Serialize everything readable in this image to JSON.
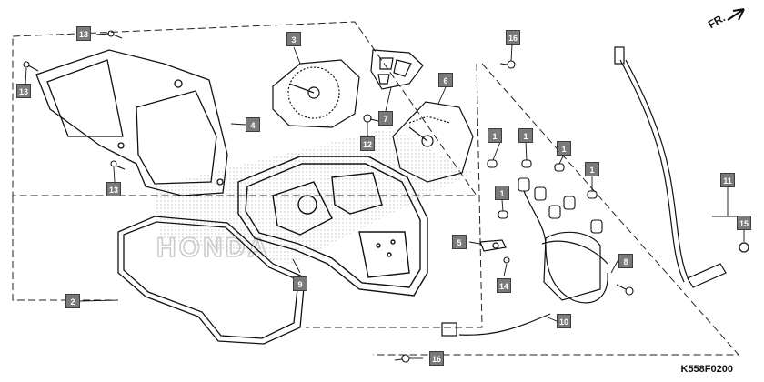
{
  "diagram": {
    "drawing_code": "K558F0200",
    "direction_label": "FR.",
    "brand_watermark": "HONDA",
    "callouts": [
      {
        "id": "c13a",
        "label": "13"
      },
      {
        "id": "c13b",
        "label": "13"
      },
      {
        "id": "c13c",
        "label": "13"
      },
      {
        "id": "c3",
        "label": "3"
      },
      {
        "id": "c7",
        "label": "7"
      },
      {
        "id": "c6",
        "label": "6"
      },
      {
        "id": "c12",
        "label": "12"
      },
      {
        "id": "c16a",
        "label": "16"
      },
      {
        "id": "c16b",
        "label": "16"
      },
      {
        "id": "c4",
        "label": "4"
      },
      {
        "id": "c1a",
        "label": "1"
      },
      {
        "id": "c1b",
        "label": "1"
      },
      {
        "id": "c1c",
        "label": "1"
      },
      {
        "id": "c1d",
        "label": "1"
      },
      {
        "id": "c1e",
        "label": "1"
      },
      {
        "id": "c11",
        "label": "11"
      },
      {
        "id": "c15",
        "label": "15"
      },
      {
        "id": "c5",
        "label": "5"
      },
      {
        "id": "c8",
        "label": "8"
      },
      {
        "id": "c14",
        "label": "14"
      },
      {
        "id": "c9",
        "label": "9"
      },
      {
        "id": "c2",
        "label": "2"
      },
      {
        "id": "c10",
        "label": "10"
      }
    ]
  }
}
